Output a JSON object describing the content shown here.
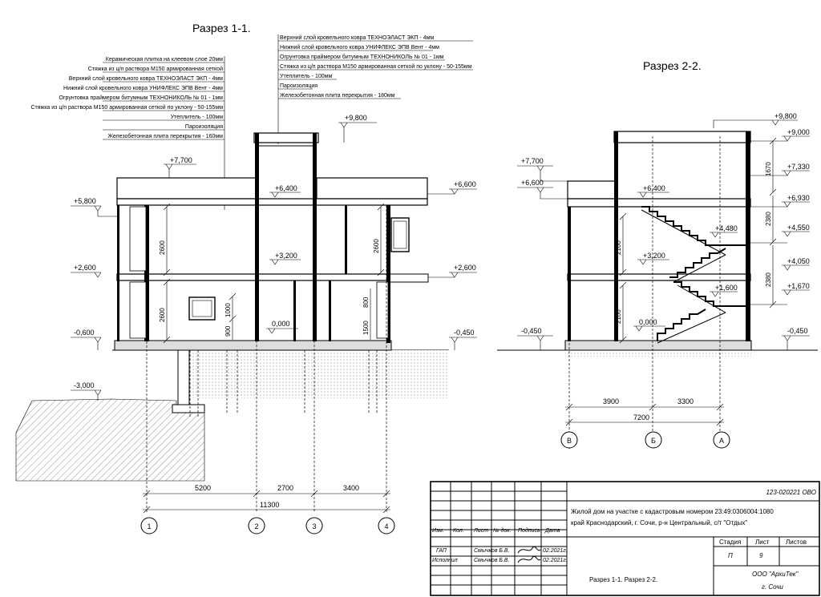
{
  "section_1": {
    "title": "Разрез 1-1.",
    "layers_left": [
      "Керамическая плитка на клеевом слое 20мм",
      "Стяжка из ц/п раствора М150 армированная сеткой",
      "Верхний слой кровельного ковра ТЕХНОЭЛАСТ ЭКП - 4мм",
      "Нижний слой кровельного ковра УНИФЛЕКС ЭПВ Вент - 4мм",
      "Огрунтовка праймером битумным ТЕХНОНИКОЛЬ № 01 - 1мм",
      "Стяжка из ц/п раствора М150 армированная сеткой по уклону - 50-155мм",
      "Утеплитель - 100мм",
      "Пароизоляция",
      "Железобетонная плита перекрытия - 160мм"
    ],
    "layers_top": [
      "Верхний слой кровельного ковра ТЕХНОЭЛАСТ ЭКП - 4мм",
      "Нижний слой кровельного ковра УНИФЛЕКС ЭПВ Вент - 4мм",
      "Огрунтовка праймером битумным ТЕХНОНИКОЛЬ № 01 - 1мм",
      "Стяжка из ц/п раствора М150 армированная сеткой по уклону - 50-155мм",
      "Утеплитель - 100мм",
      "Пароизоляция",
      "Железобетонная плита перекрытия - 180мм"
    ],
    "levels": {
      "l9800": "+9,800",
      "l7700": "+7,700",
      "l6400": "+6,400",
      "l6600": "+6,600",
      "l5800": "+5,800",
      "l3200": "+3,200",
      "l2600a": "+2,600",
      "l2600b": "+2,600",
      "l0000": "0,000",
      "lm600": "-0,600",
      "lm450": "-0,450",
      "lm3000": "-3,000"
    },
    "dims": {
      "h2600a": "2600",
      "h2600b": "2600",
      "h2600c": "2600",
      "h1000": "1000",
      "h900": "900",
      "h800": "800",
      "h1500": "1500",
      "d5200": "5200",
      "d2700": "2700",
      "d3400": "3400",
      "d11300": "11300"
    },
    "axes": [
      "1",
      "2",
      "3",
      "4"
    ]
  },
  "section_2": {
    "title": "Разрез 2-2.",
    "levels": {
      "l9800": "+9,800",
      "l9000": "+9,000",
      "l7330": "+7,330",
      "l6930": "+6,930",
      "l4550": "+4,550",
      "l4050": "+4,050",
      "l1670": "+1,670",
      "l7700": "+7,700",
      "l6600": "+6,600",
      "lm450a": "-0,450",
      "lm450b": "-0,450",
      "l6400": "+6,400",
      "l4480": "+4,480",
      "l3200": "+3,200",
      "l1600": "+1,600",
      "l0000": "0,000"
    },
    "dims": {
      "h1670": "1670",
      "h2380a": "2380",
      "h2380b": "2380",
      "h2100a": "2100",
      "h2100b": "2100",
      "d3900": "3900",
      "d3300": "3300",
      "d7200": "7200"
    },
    "axes": [
      "В",
      "Б",
      "А"
    ]
  },
  "stamp": {
    "code": "123-020221 ОВО",
    "project": "Жилой дом на участке с кадастровым номером  23:49:0306004:1080",
    "address": "край Краснодарский, г. Сочи, р-н Центральный, с/т \"Отдых\"",
    "columns": [
      "Изм.",
      "Кол.",
      "Лист",
      "№ док.",
      "Подпись",
      "Дата"
    ],
    "rows": [
      {
        "role": "ГАП",
        "name": "Смычков Б.В.",
        "date": "02.2021г."
      },
      {
        "role": "Исполнил",
        "name": "Смычков Б.В.",
        "date": "02.2021г."
      }
    ],
    "stage_label": "Стадия",
    "sheet_label": "Лист",
    "sheets_label": "Листов",
    "stage": "П",
    "sheet": "9",
    "sheets": "",
    "sheet_title": "Разрез 1-1. Разрез 2-2.",
    "company": "ООО \"АрхиТек\"",
    "city": "г. Сочи"
  }
}
